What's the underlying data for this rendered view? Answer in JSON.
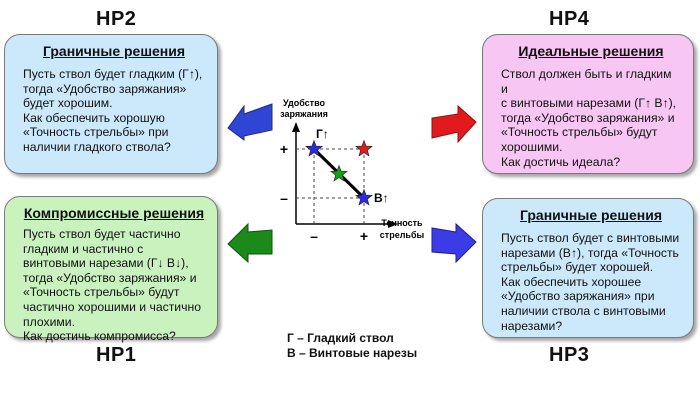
{
  "colors": {
    "box_tl": "#cce8fb",
    "box_tr": "#f7c6f3",
    "box_bl": "#c9f2bf",
    "box_br": "#cce8fb",
    "arrow_tl": "#2f45d3",
    "arrow_tr": "#e11b1b",
    "arrow_bl": "#1a8a1a",
    "arrow_br": "#3c3be8",
    "star_blue": "#2b2ae0",
    "star_red": "#e11b1b",
    "star_green": "#14a014"
  },
  "labels": {
    "tl": "НР2",
    "tr": "НР4",
    "bl": "НР1",
    "br": "НР3"
  },
  "boxes": {
    "tl": {
      "title": "Граничные решения",
      "lines": [
        "Пусть ствол будет гладким (Г↑),",
        "тогда «Удобство заряжания»",
        "будет хорошим.",
        "Как обеспечить хорошую",
        "«Точность стрельбы» при",
        "наличии гладкого ствола?"
      ]
    },
    "tr": {
      "title": "Идеальные решения",
      "lines": [
        "Ствол должен быть и гладким и",
        "с винтовыми нарезами (Г↑ В↑),",
        "тогда «Удобство заряжания» и",
        "«Точность стрельбы» будут",
        "хорошими.",
        "Как достичь идеала?"
      ]
    },
    "bl": {
      "title": "Компромиссные решения",
      "lines": [
        "Пусть ствол будет частично",
        "гладким и частично с",
        "винтовыми нарезами (Г↓ В↓),",
        "тогда «Удобство заряжания» и",
        "«Точность стрельбы» будут",
        "частично хорошими и частично",
        "плохими.",
        "Как достичь компромисса?"
      ]
    },
    "br": {
      "title": "Граничные решения",
      "lines": [
        "Пусть ствол будет с винтовыми",
        "нарезами (В↑), тогда «Точность",
        "стрельбы» будет хорошей.",
        "Как обеспечить хорошее",
        "«Удобство заряжания» при",
        "наличии ствола с винтовыми",
        "нарезами?"
      ]
    }
  },
  "graph": {
    "y_axis_label_1": "Удобство",
    "y_axis_label_2": "заряжания",
    "x_axis_label_1": "Точность",
    "x_axis_label_2": "стрельбы",
    "y_plus": "+",
    "y_minus": "–",
    "x_minus": "–",
    "x_plus": "+",
    "point_g": "Г↑",
    "point_v": "В↑"
  },
  "legend": {
    "line1": "Г – Гладкий ствол",
    "line2": "В – Винтовые нарезы"
  }
}
